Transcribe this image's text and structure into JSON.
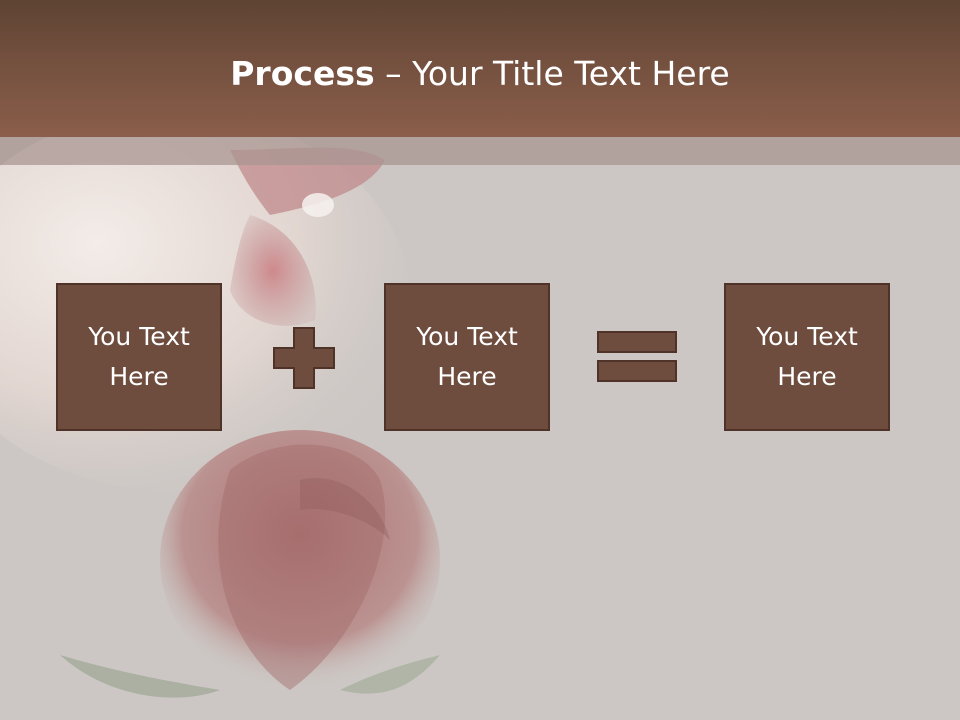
{
  "slide": {
    "title_bold": "Process",
    "title_rest": " – Your Title Text Here",
    "boxes": [
      {
        "text": "You Text Here"
      },
      {
        "text": "You Text Here"
      },
      {
        "text": "You Text Here"
      }
    ],
    "operators": [
      "plus-icon",
      "equals-icon"
    ],
    "colors": {
      "header": "#74503f",
      "box_fill": "#6e4c3e",
      "box_border": "#4f3328",
      "background": "#ccc7c4",
      "text": "#ffffff"
    }
  }
}
